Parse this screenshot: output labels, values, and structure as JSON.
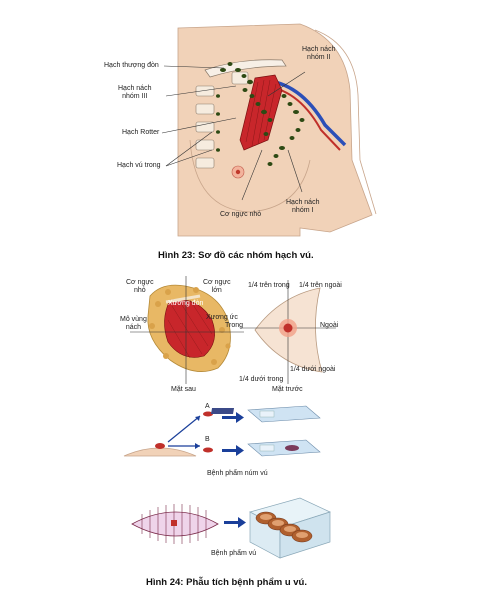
{
  "figure23": {
    "labels": {
      "supraclavicular": "Hạch thượng đòn",
      "axillary_3": "Hạch nách\nnhóm III",
      "rotter": "Hạch Rotter",
      "internal_mammary": "Hạch vú trong",
      "pectoralis_minor": "Cơ ngực nhỏ",
      "axillary_2": "Hạch nách\nnhóm II",
      "axillary_1": "Hạch nách\nnhóm I"
    },
    "caption": "Hình 23: Sơ đồ các nhóm hạch vú."
  },
  "figure24": {
    "labels": {
      "pec_minor": "Cơ ngực\nnhỏ",
      "pec_major": "Cơ ngực\nlớn",
      "clavicle": "Xương đòn",
      "sternum": "Xương ức",
      "axillary_tissue": "Mô vùng\nnách",
      "inner": "Trong",
      "posterior": "Mặt sau",
      "upper_inner": "1/4 trên trong",
      "upper_outer": "1/4 trên ngoài",
      "outer": "Ngoài",
      "lower_inner": "1/4 dưới trong",
      "lower_outer": "1/4 dưới ngoài",
      "anterior": "Mặt trước",
      "marker_a": "A",
      "marker_b": "B",
      "nipple_specimen": "Bệnh phẩm núm vú",
      "breast_specimen": "Bệnh phẩm vú"
    },
    "caption": "Hình 24: Phẫu tích bệnh phẩm u vú."
  },
  "colors": {
    "skin": "#f1d2b8",
    "muscle": "#c8262b",
    "node": "#2e4a14",
    "fat": "#e8b865",
    "arrow": "#1a3f9a",
    "slide": "#cfe3f3"
  }
}
